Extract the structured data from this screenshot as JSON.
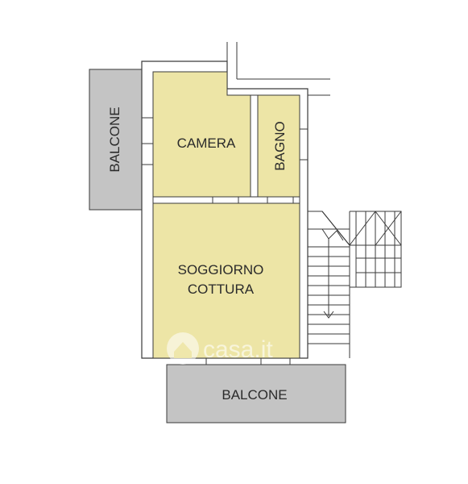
{
  "rooms": {
    "camera": "CAMERA",
    "bagno": "BAGNO",
    "soggiorno_line1": "SOGGIORNO",
    "soggiorno_line2": "COTTURA",
    "balcone_left": "BALCONE",
    "balcone_bottom": "BALCONE"
  },
  "watermark": "casa.it",
  "colors": {
    "room_fill": "#ede5a6",
    "balcony_fill": "#c4c4c4",
    "wall": "#3a3a3a",
    "wall_fill": "#ffffff"
  },
  "icons": {
    "watermark_logo": "house-icon"
  }
}
